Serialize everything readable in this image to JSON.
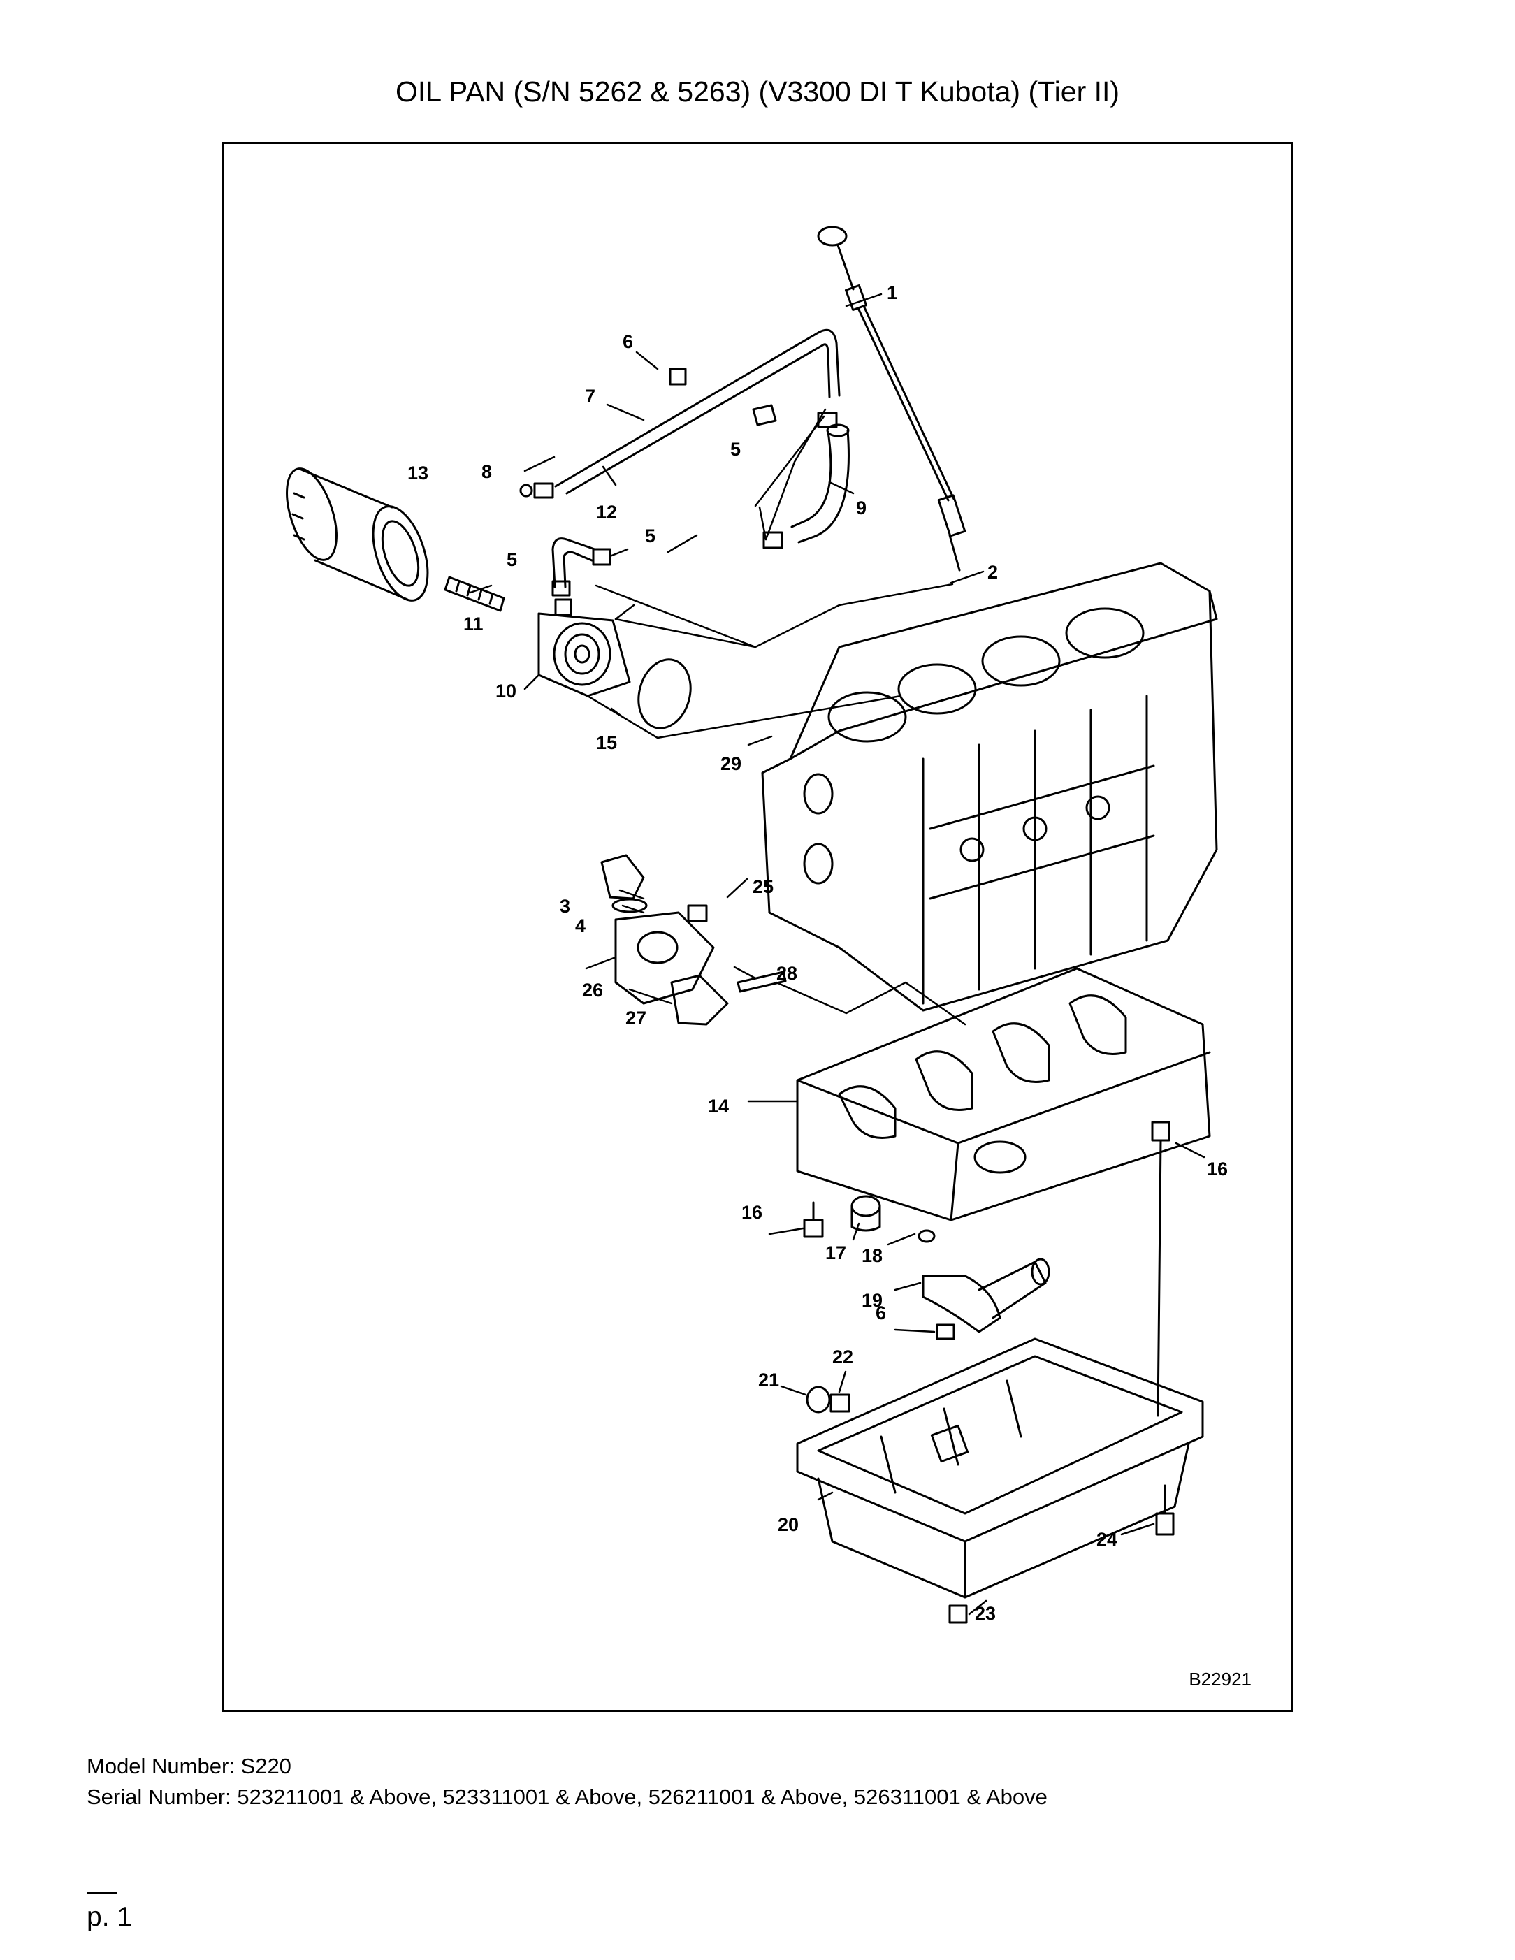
{
  "page": {
    "title": "OIL PAN (S/N 5262 & 5263) (V3300 DI T Kubota) (Tier II)",
    "figure_ref": "B22921",
    "model_line": "Model Number: S220",
    "serial_line": "Serial Number: 523211001 & Above, 523311001 & Above, 526211001 & Above, 526311001 & Above",
    "page_number": "p. 1"
  },
  "callouts": [
    "1",
    "2",
    "3",
    "4",
    "5",
    "5",
    "5",
    "6",
    "6",
    "7",
    "8",
    "9",
    "10",
    "11",
    "12",
    "13",
    "14",
    "15",
    "16",
    "16",
    "17",
    "18",
    "19",
    "20",
    "21",
    "22",
    "23",
    "24",
    "25",
    "26",
    "27",
    "28",
    "29"
  ]
}
